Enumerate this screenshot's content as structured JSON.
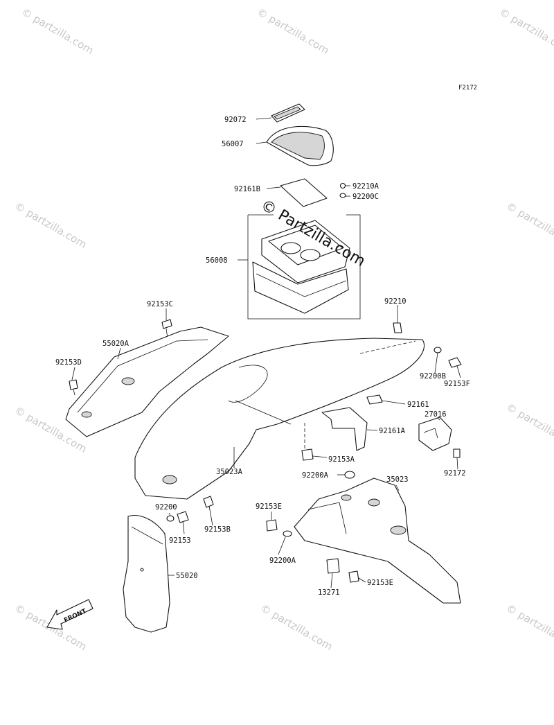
{
  "figure_code": "F2172",
  "watermark": {
    "text": "© partzilla.com",
    "center_text": "© Partzilla.com"
  },
  "front_marker": "FRONT",
  "parts": [
    {
      "id": "p92072",
      "label": "92072"
    },
    {
      "id": "p56007",
      "label": "56007"
    },
    {
      "id": "p92161B",
      "label": "92161B"
    },
    {
      "id": "p92210A",
      "label": "92210A"
    },
    {
      "id": "p92200C",
      "label": "92200C"
    },
    {
      "id": "p56008",
      "label": "56008"
    },
    {
      "id": "p92153C",
      "label": "92153C"
    },
    {
      "id": "p92210",
      "label": "92210"
    },
    {
      "id": "p55020A",
      "label": "55020A"
    },
    {
      "id": "p92153D",
      "label": "92153D"
    },
    {
      "id": "p92200B",
      "label": "92200B"
    },
    {
      "id": "p92153F",
      "label": "92153F"
    },
    {
      "id": "p92161",
      "label": "92161"
    },
    {
      "id": "p27016",
      "label": "27016"
    },
    {
      "id": "p92161A",
      "label": "92161A"
    },
    {
      "id": "p92153A",
      "label": "92153A"
    },
    {
      "id": "p92172",
      "label": "92172"
    },
    {
      "id": "p35023A",
      "label": "35023A"
    },
    {
      "id": "p92200A_1",
      "label": "92200A"
    },
    {
      "id": "p35023",
      "label": "35023"
    },
    {
      "id": "p92200",
      "label": "92200"
    },
    {
      "id": "p92153B",
      "label": "92153B"
    },
    {
      "id": "p92153E_1",
      "label": "92153E"
    },
    {
      "id": "p92153",
      "label": "92153"
    },
    {
      "id": "p92200A_2",
      "label": "92200A"
    },
    {
      "id": "p55020",
      "label": "55020"
    },
    {
      "id": "p13271",
      "label": "13271"
    },
    {
      "id": "p92153E_2",
      "label": "92153E"
    }
  ]
}
